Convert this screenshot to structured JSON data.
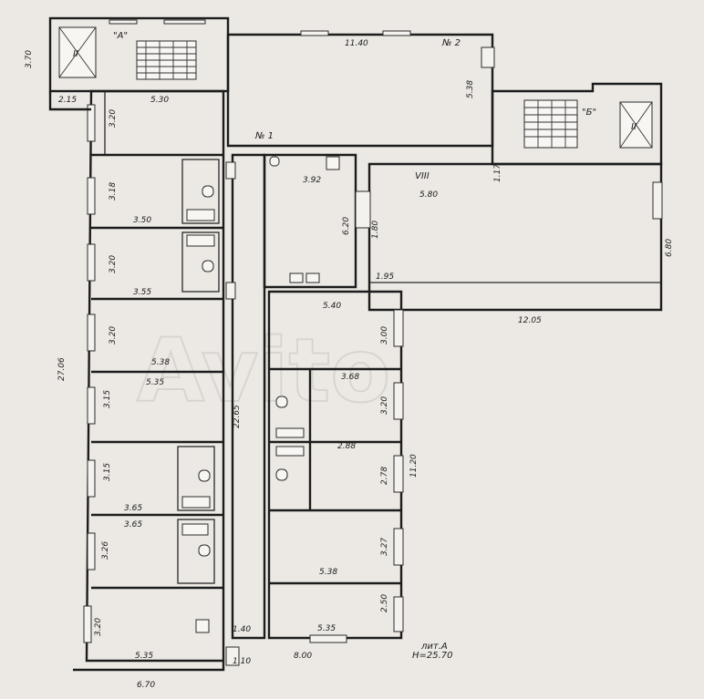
{
  "stairs": {
    "a_label": "\"А\"",
    "b_label": "\"Б\"",
    "shaft_label": "II"
  },
  "rooms": {
    "n1": "№ 1",
    "n2": "№ 2",
    "viii": "VIII"
  },
  "dimensions": {
    "d_370": "3.70",
    "d_1140": "11.40",
    "d_538_top": "5.38",
    "d_215": "2.15",
    "d_530": "5.30",
    "d_320_a": "3.20",
    "d_318": "3.18",
    "d_350": "3.50",
    "d_320_b": "3.20",
    "d_355": "3.55",
    "d_320_c": "3.20",
    "d_538_l": "5.38",
    "d_535_l": "5.35",
    "d_315_a": "3.15",
    "d_315_b": "3.15",
    "d_365_a": "3.65",
    "d_365_b": "3.65",
    "d_326": "3.26",
    "d_320_d": "3.20",
    "d_535_b": "5.35",
    "d_670": "6.70",
    "d_2706": "27.06",
    "d_2265": "22.65",
    "d_140": "1.40",
    "d_110": "1.10",
    "d_800": "8.00",
    "d_392": "3.92",
    "d_620": "6.20",
    "d_180": "1.80",
    "d_195": "1.95",
    "d_580": "5.80",
    "d_117": "1.17",
    "d_680": "6.80",
    "d_1205": "12.05",
    "d_540": "5.40",
    "d_300": "3.00",
    "d_368": "3.68",
    "d_320_e": "3.20",
    "d_278": "2.78",
    "d_1120": "11.20",
    "d_538_r": "5.38",
    "d_327": "3.27",
    "d_535_r": "5.35",
    "d_250": "2.50",
    "d_288": "2.88"
  },
  "annotation": {
    "line1": "лит.А",
    "line2": "Н=25.70"
  },
  "watermark": "Avito"
}
